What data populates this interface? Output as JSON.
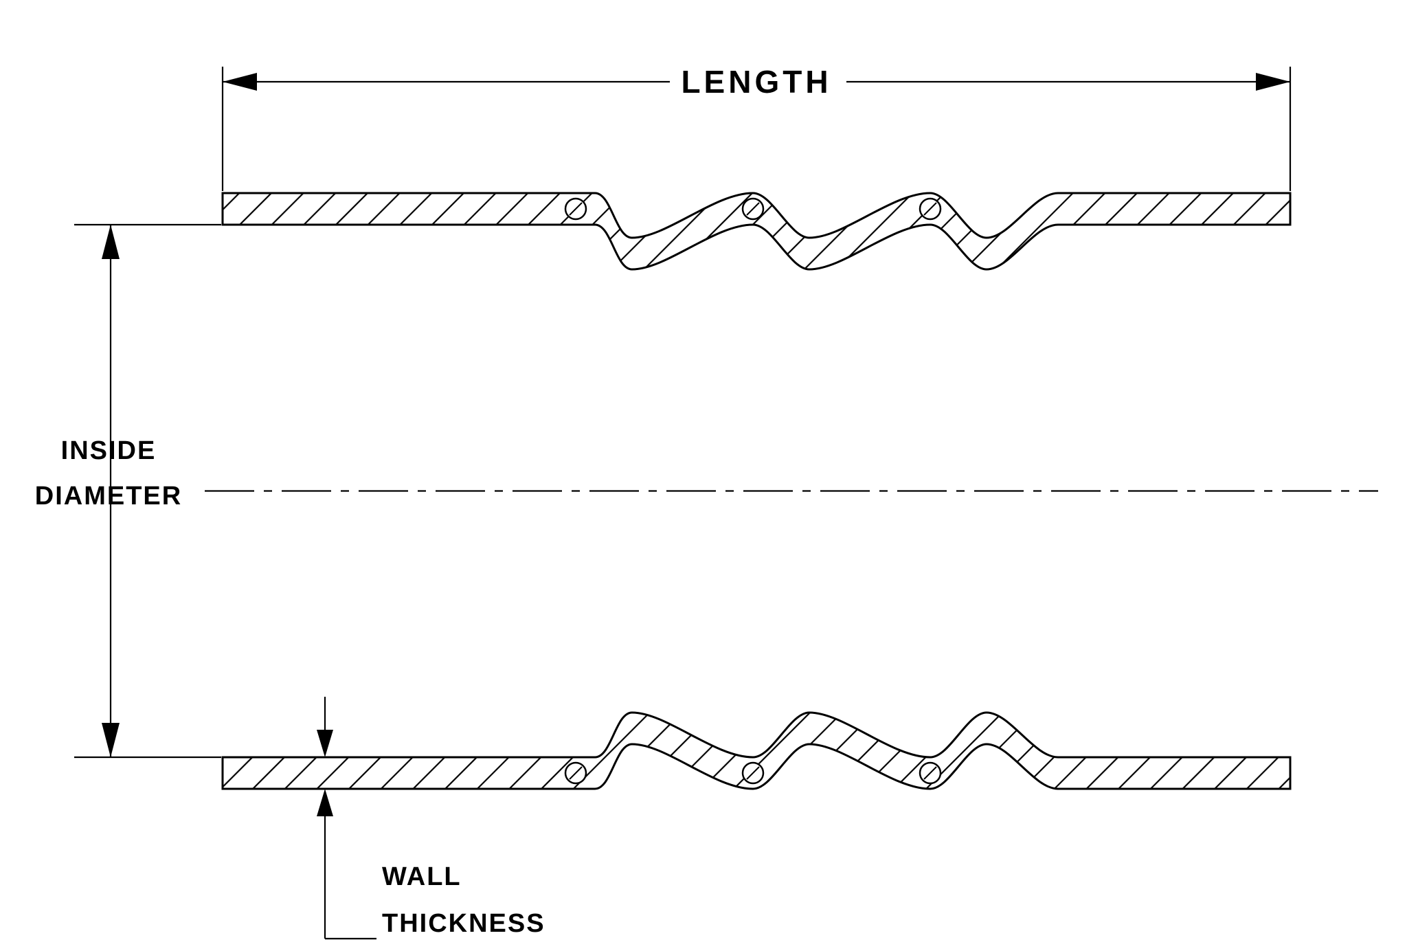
{
  "labels": {
    "length": "LENGTH",
    "inside_diameter_line1": "INSIDE",
    "inside_diameter_line2": "DIAMETER",
    "wall_thickness_line1": "WALL",
    "wall_thickness_line2": "THICKNESS"
  },
  "colors": {
    "line": "#000000",
    "background": "#ffffff"
  },
  "figure": {
    "humps_per_wall": 3,
    "wire_ring_count": 6
  }
}
